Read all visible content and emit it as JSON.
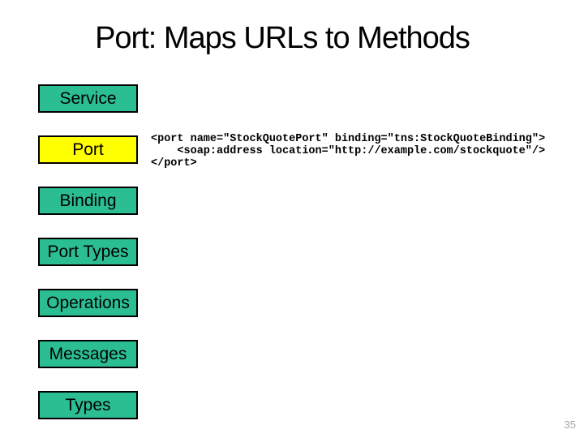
{
  "slide": {
    "title": "Port: Maps URLs to Methods",
    "page_number": "35",
    "colors": {
      "box_default": "#2cbe93",
      "box_highlight": "#ffff00",
      "box_border": "#000000",
      "page_number_gray": "#a6a6a6"
    },
    "boxes": [
      {
        "label": "Service",
        "highlighted": false
      },
      {
        "label": "Port",
        "highlighted": true
      },
      {
        "label": "Binding",
        "highlighted": false
      },
      {
        "label": "Port Types",
        "highlighted": false
      },
      {
        "label": "Operations",
        "highlighted": false
      },
      {
        "label": "Messages",
        "highlighted": false
      },
      {
        "label": "Types",
        "highlighted": false
      }
    ],
    "code": {
      "lines": [
        "<port name=\"StockQuotePort\" binding=\"tns:StockQuoteBinding\">",
        "    <soap:address location=\"http://example.com/stockquote\"/>",
        "</port>"
      ]
    }
  }
}
